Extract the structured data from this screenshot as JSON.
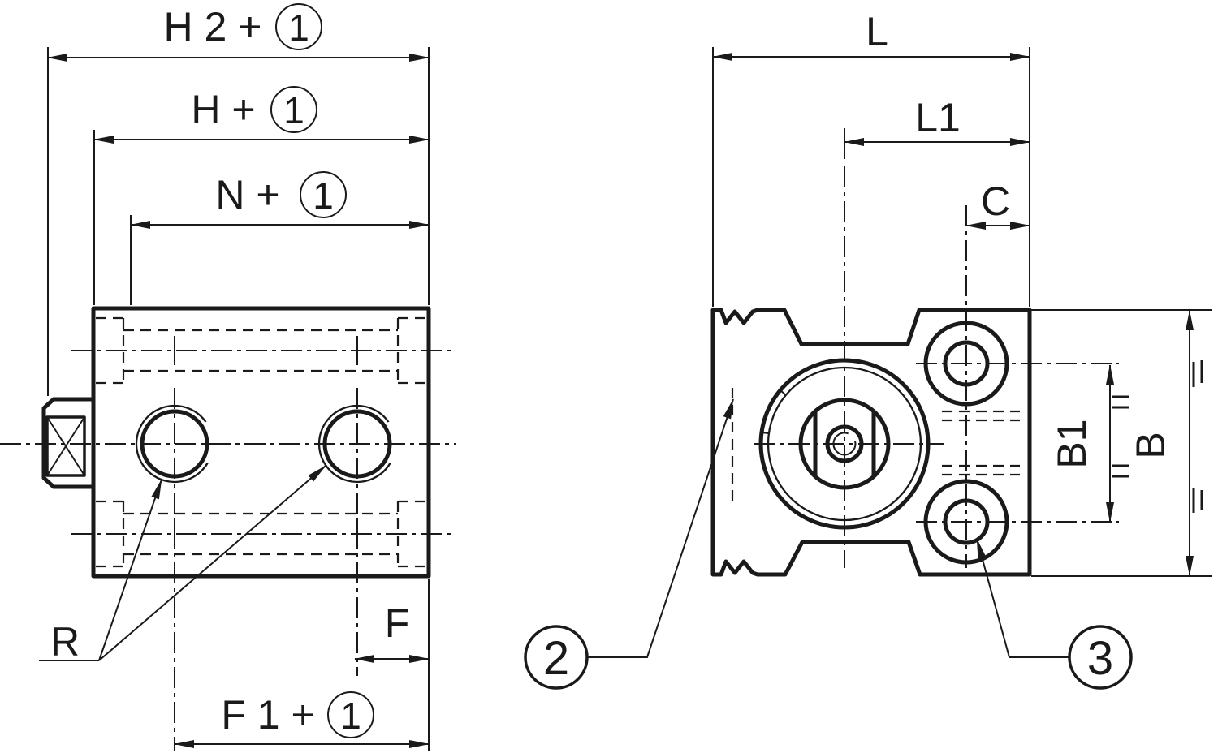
{
  "colors": {
    "ink": "#1a1a1a",
    "paper": "#ffffff"
  },
  "front_view": {
    "dim_h2_label": "H 2 +",
    "dim_h_label": "H +",
    "dim_n_label": "N +",
    "dim_f_label": "F",
    "dim_f1_label": "F 1 +",
    "port_label": "R",
    "circled_index": "1"
  },
  "side_view": {
    "dim_l_label": "L",
    "dim_l1_label": "L1",
    "dim_c_label": "C",
    "dim_b1_label": "B1",
    "dim_b_label": "B"
  },
  "callouts": {
    "item2": "2",
    "item3": "3"
  }
}
